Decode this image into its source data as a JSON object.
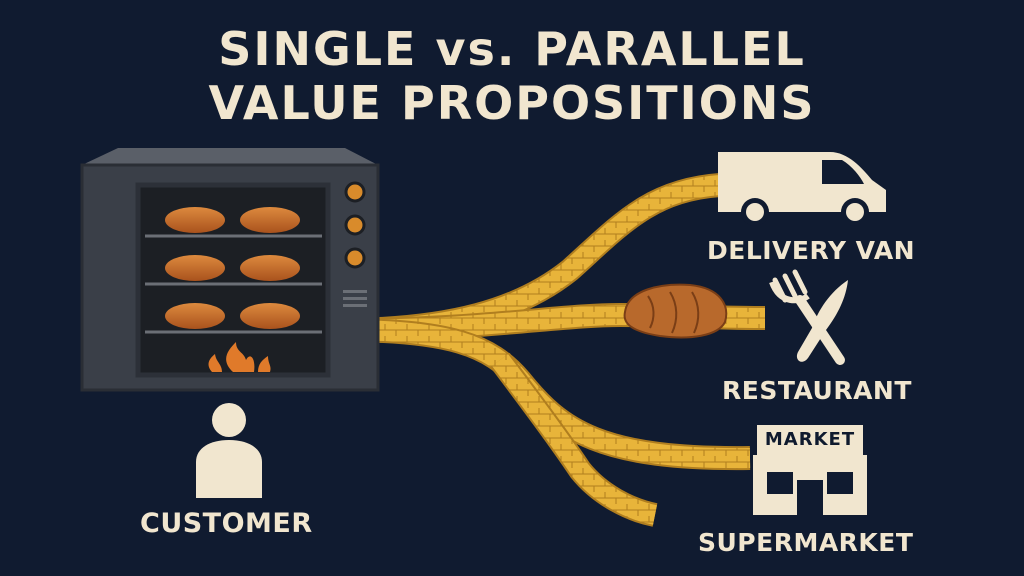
{
  "title": {
    "line1": "SINGLE vs. PARALLEL",
    "line2": "VALUE PROPOSITIONS"
  },
  "labels": {
    "customer": "CUSTOMER",
    "delivery_van": "DELIVERY VAN",
    "restaurant": "RESTAURANT",
    "supermarket": "SUPERMARKET",
    "market_sign": "MARKET"
  },
  "colors": {
    "background": "#101b30",
    "cream": "#f1e6cf",
    "path_gold": "#e8b43a",
    "bread_brown": "#c66a2a",
    "oven_gray": "#3a3f48",
    "knob_orange": "#d98b2b"
  },
  "icons": [
    "oven-icon",
    "bread-loaf-icon",
    "flame-icon",
    "person-icon",
    "van-icon",
    "fork-knife-icon",
    "market-icon"
  ]
}
